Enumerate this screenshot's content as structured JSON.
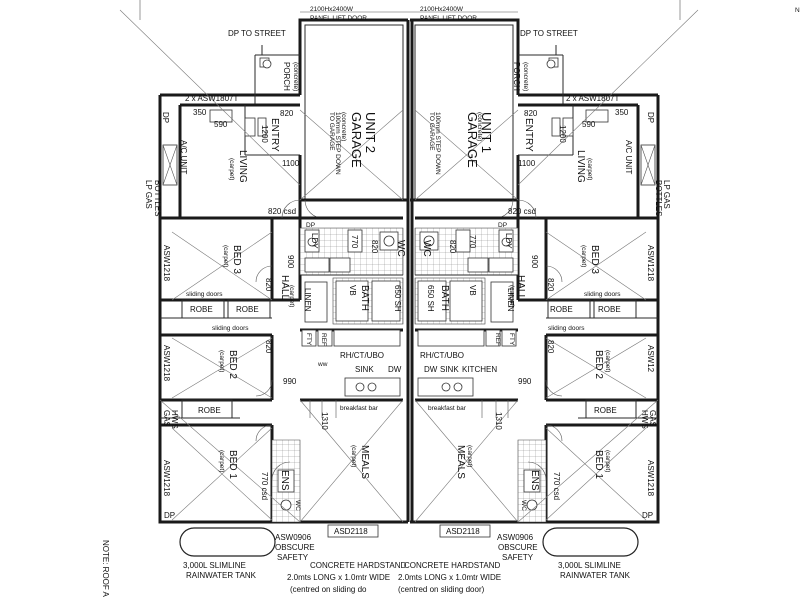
{
  "top": {
    "left_door_size": "2100Hx2400W",
    "left_door_type": "PANEL LIFT DOOR",
    "right_door_size": "2100Hx2400W",
    "right_door_type": "PANEL LIFT DOOR",
    "dp_left": "DP TO STREET",
    "dp_right": "DP TO STREET",
    "corner_mark": "N"
  },
  "unit2": {
    "porch": "PORCH",
    "porch_sub": "(concrete)",
    "entry": "ENTRY",
    "window_top": "2 x ASW1807T",
    "dim_350": "350",
    "dim_590": "590",
    "dim_820a": "820",
    "dim_1200": "1200",
    "dim_1100": "1100",
    "garage": "GARAGE",
    "garage_sub": "(concrete)",
    "garage_note": "100mm STEP DOWN",
    "garage_note2": "TO GARAGE",
    "unit": "UNIT 2",
    "living": "LIVING",
    "living_sub": "(carpet)",
    "ac": "A/C UNIT",
    "lp": "LP GAS",
    "bottles": "BOTTLES",
    "dp": "DP",
    "csd_820": "820 csd",
    "dp_small": "DP",
    "bed3": "BED 3",
    "bed3_sub": "(carpet)",
    "asw1218_a": "ASW1218",
    "sliding1": "sliding doors",
    "robe1": "ROBE",
    "robe2": "ROBE",
    "sliding2": "sliding doors",
    "hall": "HALL",
    "hall_sub": "(carpet)",
    "d900": "900",
    "d820h": "820",
    "d820i": "820",
    "linen": "LINEN",
    "wc": "WC",
    "wc_dim": "820",
    "bath": "BATH",
    "vb": "VB",
    "ldy": "LDY",
    "ldy_dim": "770",
    "sh": "650 SH",
    "fty": "FTY",
    "ref": "REF",
    "bed2": "BED 2",
    "bed2_sub": "(carpet)",
    "asw1218_b": "ASW1218",
    "rh": "RH/CT/UBO",
    "sink": "SINK",
    "dw": "DW",
    "ww": "ww",
    "d990": "990",
    "breakfast": "breakfast bar",
    "robe3": "ROBE",
    "gas": "GAS",
    "hws": "HWS",
    "d1310": "1310",
    "meals": "MEALS",
    "meals_sub": "(carpet)",
    "bed1": "BED 1",
    "bed1_sub": "(carpet)",
    "ens": "ENS",
    "wc2": "WC",
    "csd_770": "770 csd",
    "asw1218_c": "ASW1218",
    "dp_b": "DP",
    "asd": "ASD2118",
    "asw_b": "ASW0906",
    "obscure": "OBSCURE",
    "safety": "SAFETY",
    "tank1": "3,000L SLIMLINE",
    "tank2": "RAINWATER TANK",
    "hard1": "CONCRETE HARDSTAND",
    "hard2": "2.0mts LONG x 1.0mtr WIDE",
    "hard3": "(centred on sliding do"
  },
  "unit1": {
    "porch": "PORCH",
    "porch_sub": "(concrete)",
    "entry": "ENTRY",
    "window_top": "2 x ASW1807T",
    "dim_350": "350",
    "dim_590": "590",
    "dim_820a": "820",
    "dim_1200": "1200",
    "dim_1100": "1100",
    "garage": "GARAGE",
    "garage_sub": "(concrete)",
    "garage_note": "100mm STEP DOWN",
    "garage_note2": "TO GARAGE",
    "unit": "UNIT 1",
    "living": "LIVING",
    "living_sub": "(carpet)",
    "ac": "A/C UNIT",
    "lp": "LP GAS",
    "bottles": "BOTTLES",
    "dp": "DP",
    "csd_820": "820 csd",
    "dp_small": "DP",
    "bed3": "BED 3",
    "bed3_sub": "(carpet)",
    "asw1218_a": "ASW1218",
    "sliding1": "sliding doors",
    "robe1": "ROBE",
    "robe2": "ROBE",
    "sliding2": "sliding doors",
    "hall": "HALL",
    "hall_sub": "(carpet)",
    "d900": "900",
    "d820h": "820",
    "d820i": "820",
    "linen": "LINEN",
    "wc": "WC",
    "wc_dim": "820",
    "bath": "BATH",
    "vb": "VB",
    "ldy": "LDY",
    "ldy_dim": "770",
    "sh": "650 SH",
    "fty": "FTY",
    "ref": "REF",
    "bed2": "BED 2",
    "bed2_sub": "(carpet)",
    "asw1218_b": "ASW12",
    "rh": "RH/CT/UBO",
    "sink": "SINK",
    "dw": "DW",
    "kitchen": "KITCHEN",
    "d990": "990",
    "breakfast": "breakfast bar",
    "robe3": "ROBE",
    "gas": "GAS",
    "hws": "HWS",
    "d1310": "1310",
    "meals": "MEALS",
    "meals_sub": "(carpet)",
    "bed1": "BED 1",
    "bed1_sub": "(carpet)",
    "ens": "ENS",
    "wc2": "WC",
    "csd_770": "770 csd",
    "asw1218_c": "ASW1218",
    "dp_b": "DP",
    "asd": "ASD2118",
    "asw_b": "ASW0906",
    "obscure": "OBSCURE",
    "safety": "SAFETY",
    "tank1": "3,000L SLIMLINE",
    "tank2": "RAINWATER TANK",
    "hard1": "CONCRETE HARDSTAND",
    "hard2": "2.0mts LONG x 1.0mtr WIDE",
    "hard3": "(centred on sliding door)"
  },
  "note": "NOTE: ROOF A"
}
